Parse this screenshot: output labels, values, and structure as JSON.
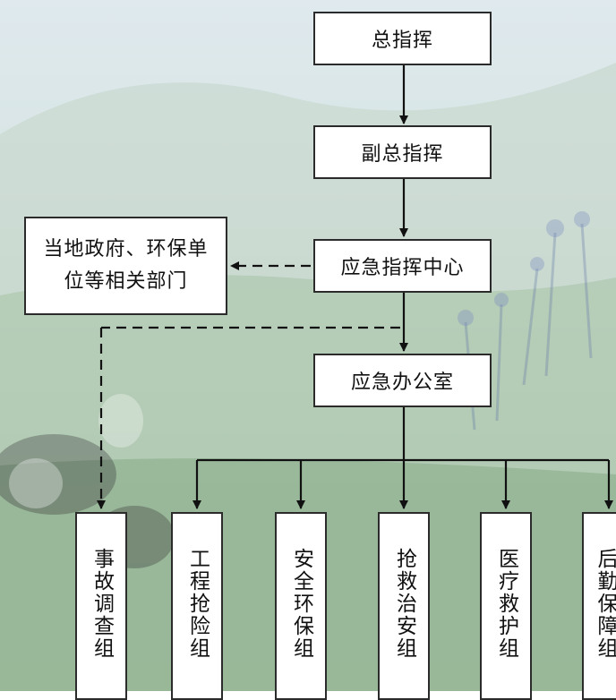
{
  "nodes": {
    "chief": "总指挥",
    "deputy": "副总指挥",
    "center": "应急指挥中心",
    "external": "当地政府、环保单位等相关部门",
    "office": "应急办公室"
  },
  "groups": [
    "事故调查组",
    "工程抢险组",
    "安全环保组",
    "抢救治安组",
    "医疗救护组",
    "后勤保障组"
  ]
}
